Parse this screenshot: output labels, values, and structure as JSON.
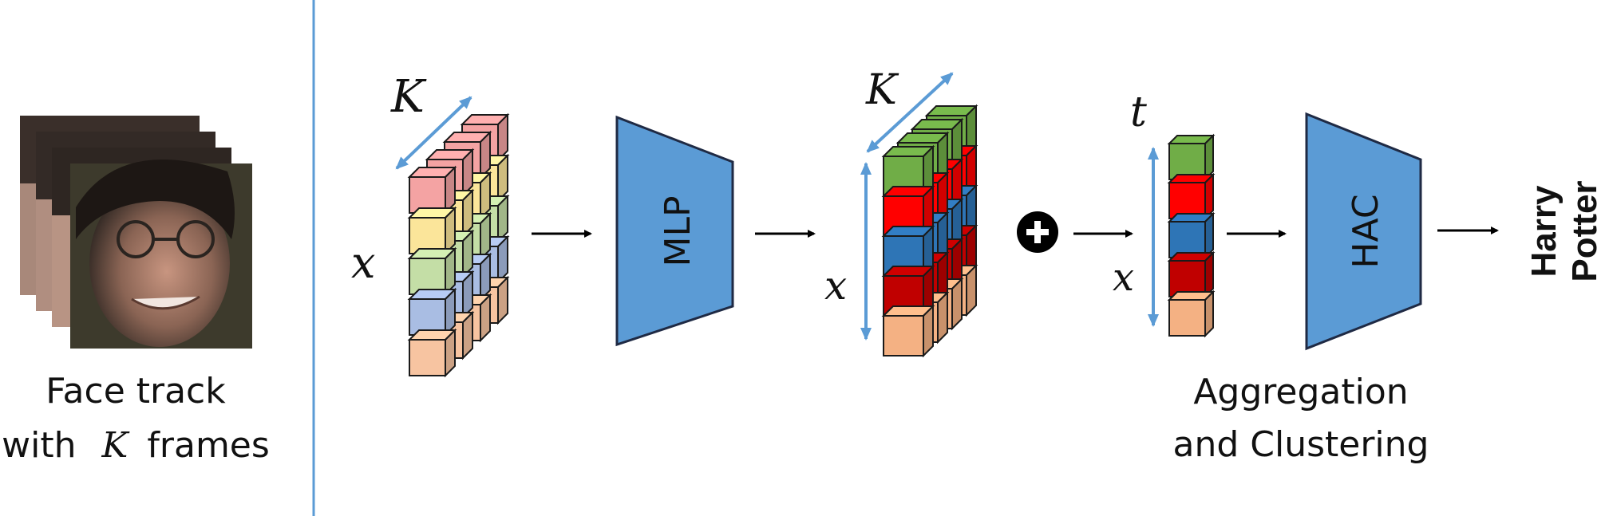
{
  "diagram": {
    "face_caption": {
      "line1": "Face track",
      "line2_prefix": "with",
      "line2_var": "K",
      "line2_suffix": "frames"
    },
    "input_block": {
      "dim_frames": "K",
      "dim_features": "x"
    },
    "mlp": {
      "label": "MLP"
    },
    "mlp_output": {
      "dim_frames": "K",
      "dim_features": "x"
    },
    "aggregation_symbol": "⊕",
    "track_vector": {
      "dim_time": "t",
      "dim_features": "x"
    },
    "hac": {
      "label": "HAC"
    },
    "aggregation_caption": {
      "line1": "Aggregation",
      "line2": "and Clustering"
    },
    "output_label": {
      "line1": "Harry",
      "line2": "Potter"
    }
  },
  "colors": {
    "separator": "#5b9bd5",
    "trapezoid_fill": "#5b9bd5",
    "trapezoid_stroke": "#1f2a44",
    "dimension_arrows": "#5b9bd5",
    "pastel_red": "#f4a3a3",
    "pastel_yellow": "#fbe59a",
    "pastel_green": "#c4dea6",
    "pastel_blue": "#a9bde3",
    "pastel_orange": "#f7c4a1",
    "green": "#70ad47",
    "red": "#ff0000",
    "blue": "#2e75b6",
    "dark_red": "#c00000",
    "orange": "#f4b183"
  },
  "icons": {
    "face_frames": "face-photo-stack-icon",
    "arrows": "arrow-right-icon"
  }
}
